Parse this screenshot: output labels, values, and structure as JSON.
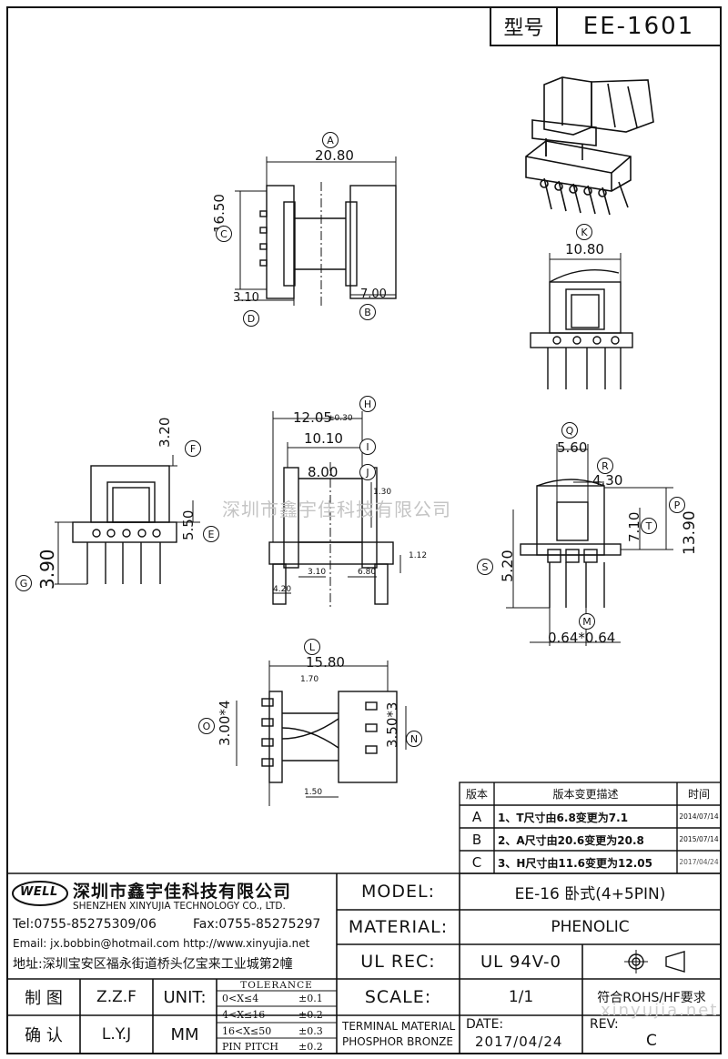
{
  "header": {
    "type_label": "型号",
    "model_code": "EE-1601"
  },
  "watermark": "深圳市鑫宇佳科技有限公司",
  "watermark_url": "xinyujia.net",
  "dimensions": {
    "A": "20.80",
    "C": "16.50",
    "D": "3.10",
    "B": "7.00",
    "K": "10.80",
    "F": "3.20",
    "E": "5.50",
    "G": "3.90",
    "H": "12.05",
    "H_tol": "±0.30",
    "I": "10.10",
    "J": "8.00",
    "small_130": "1.30",
    "small_112": "1.12",
    "small_310": "3.10",
    "small_680": "6.80",
    "small_420": "4.20",
    "Q": "5.60",
    "R": "4.30",
    "T": "7.10",
    "P": "13.90",
    "S": "5.20",
    "M": "0.64*0.64",
    "L": "15.80",
    "small_170": "1.70",
    "small_150": "1.50",
    "O": "3.00*4",
    "N": "3.50*3"
  },
  "circle_labels": [
    "A",
    "B",
    "C",
    "D",
    "E",
    "F",
    "G",
    "H",
    "I",
    "J",
    "K",
    "L",
    "M",
    "N",
    "O",
    "P",
    "Q",
    "R",
    "S",
    "T"
  ],
  "revision": {
    "headers": [
      "版本",
      "版本变更描述",
      "时间"
    ],
    "rows": [
      {
        "ver": "A",
        "desc": "1、T尺寸由6.8变更为7.1",
        "date": "2014/07/14"
      },
      {
        "ver": "B",
        "desc": "2、A尺寸由20.6变更为20.8",
        "date": "2015/07/14"
      },
      {
        "ver": "C",
        "desc": "3、H尺寸由11.6变更为12.05",
        "date": "2017/04/24"
      }
    ]
  },
  "company": {
    "logo": "WELL",
    "name_cn": "深圳市鑫宇佳科技有限公司",
    "name_en": "SHENZHEN XINYUJIA TECHNOLOGY CO., LTD.",
    "tel": "Tel:0755-85275309/06",
    "fax": "Fax:0755-85275297",
    "email": "Email: jx.bobbin@hotmail.com http://www.xinyujia.net",
    "address": "地址:深圳宝安区福永街道桥头亿宝来工业城第2幢"
  },
  "info": {
    "model_label": "MODEL:",
    "model_value": "EE-16 卧式(4+5PIN)",
    "material_label": "MATERIAL:",
    "material_value": "PHENOLIC",
    "ulrec_label": "UL REC:",
    "ulrec_value": "UL 94V-0",
    "scale_label": "SCALE:",
    "scale_value": "1/1",
    "rohs": "符合ROHS/HF要求",
    "terminal_line1": "TERMINAL MATERIAL",
    "terminal_line2": "PHOSPHOR BRONZE",
    "date_label": "DATE:",
    "date_value": "2017/04/24",
    "rev_label": "REV:",
    "rev_value": "C"
  },
  "signoff": {
    "draw_label": "制 图",
    "draw_name": "Z.Z.F",
    "confirm_label": "确 认",
    "confirm_name": "L.Y.J",
    "unit_label": "UNIT:",
    "unit_value": "MM"
  },
  "tolerance": {
    "title": "TOLERANCE",
    "rows": [
      {
        "range": "0<X≤4",
        "tol": "±0.1"
      },
      {
        "range": "4<X≤16",
        "tol": "±0.2"
      },
      {
        "range": "16<X≤50",
        "tol": "±0.3"
      },
      {
        "range": "PIN PITCH",
        "tol": "±0.2"
      }
    ]
  }
}
